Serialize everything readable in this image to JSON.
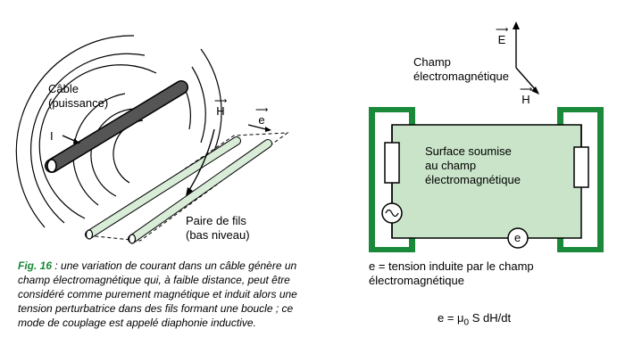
{
  "left": {
    "cable_label": "Câble",
    "cable_sub": "(puissance)",
    "current_label": "I",
    "field_label": "H",
    "emf_label": "e",
    "pair_label": "Paire de fils",
    "pair_sub": "(bas niveau)"
  },
  "caption": {
    "fig": "Fig. 16",
    "text": " : une variation de courant dans un câble génère un champ électromagnétique qui, à faible distance, peut être considéré comme purement magnétique et induit alors une tension perturbatrice dans des fils formant une boucle ; ce mode de couplage est appelé diaphonie inductive."
  },
  "right": {
    "e_vector": "E",
    "h_vector": "H",
    "field_title_1": "Champ",
    "field_title_2": "électromagnétique",
    "surface_1": "Surface soumise",
    "surface_2": "au champ",
    "surface_3": "électromagnétique",
    "source_symbol": "e",
    "legend_1": "e = tension induite par le champ",
    "legend_2": "électromagnétique",
    "formula_prefix": "e = μ",
    "formula_sub": "0",
    "formula_suffix": " S dH/dt"
  },
  "colors": {
    "green_border": "#1a8a3a",
    "green_fill": "#c9e4c9",
    "wire_fill": "#d8ecd8",
    "cable": "#555555"
  }
}
